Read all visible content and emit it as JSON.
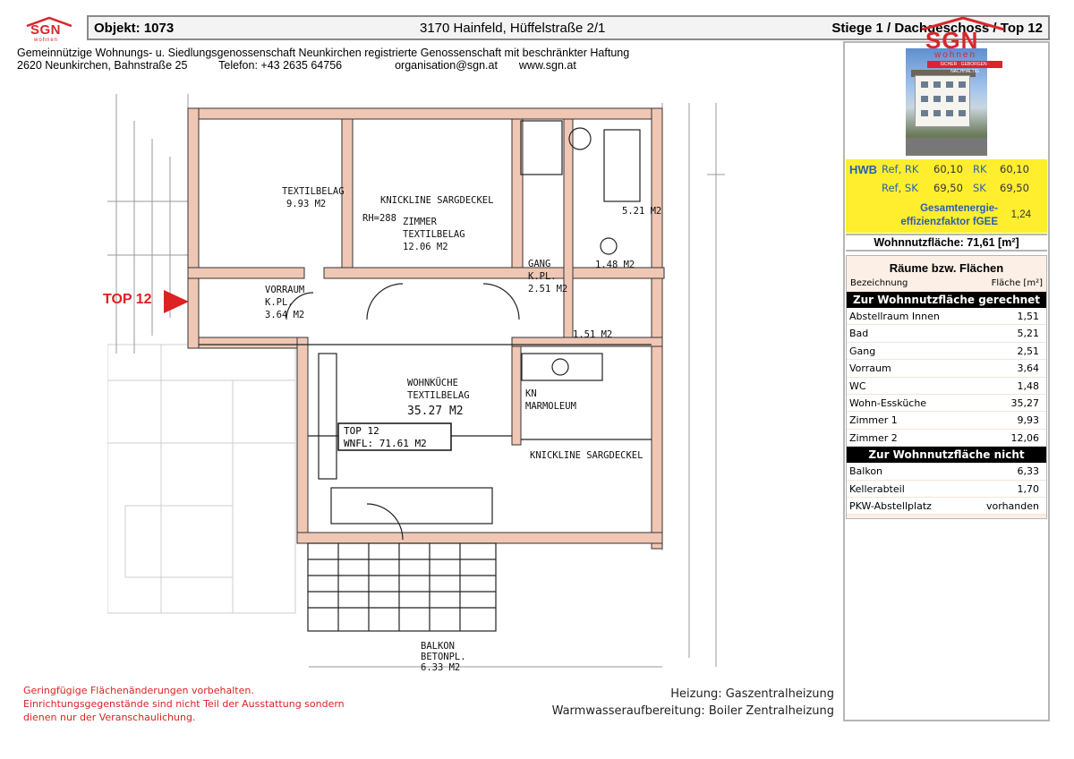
{
  "header": {
    "objekt": "Objekt:  1073",
    "address": "3170 Hainfeld, Hüffelstraße 2/1",
    "stiege": "Stiege 1 / Dachgeschoss / Top 12"
  },
  "logo": {
    "text": "SGN",
    "sub": "wohnen",
    "tagline": "SICHER · GEBORGEN · NACHHALTIG"
  },
  "company": {
    "line1": "Gemeinnützige Wohnungs- u. Siedlungsgenossenschaft Neunkirchen registrierte Genossenschaft mit beschränkter Haftung",
    "address": "2620 Neunkirchen, Bahnstraße 25",
    "phone": "Telefon: +43 2635 64756",
    "email": "organisation@sgn.at",
    "web": "www.sgn.at"
  },
  "hwb": {
    "label": "HWB",
    "ref_rk_label": "Ref, RK",
    "ref_rk": "60,10",
    "rk_label": "RK",
    "rk": "60,10",
    "ref_sk_label": "Ref, SK",
    "ref_sk": "69,50",
    "sk_label": "SK",
    "sk": "69,50",
    "fgee_label_1": "Gesamtenergie-",
    "fgee_label_2": "effizienzfaktor fGEE",
    "fgee": "1,24"
  },
  "wohnnutzflaeche": "Wohnnutzfläche: 71,61 [m²]",
  "rooms": {
    "title": "Räume bzw. Flächen",
    "col_name": "Bezeichnung",
    "col_area": "Fläche [m²]",
    "section1": "Zur Wohnnutzfläche gerechnet",
    "items1": [
      {
        "name": "Abstellraum Innen",
        "area": "1,51"
      },
      {
        "name": "Bad",
        "area": "5,21"
      },
      {
        "name": "Gang",
        "area": "2,51"
      },
      {
        "name": "Vorraum",
        "area": "3,64"
      },
      {
        "name": "WC",
        "area": "1,48"
      },
      {
        "name": "Wohn-Essküche",
        "area": "35,27"
      },
      {
        "name": "Zimmer 1",
        "area": "9,93"
      },
      {
        "name": "Zimmer 2",
        "area": "12,06"
      }
    ],
    "section2": "Zur Wohnnutzfläche nicht gerechnet",
    "items2": [
      {
        "name": "Balkon",
        "area": "6,33"
      },
      {
        "name": "Kellerabteil",
        "area": "1,70"
      },
      {
        "name": "PKW-Abstellplatz",
        "area": "vorhanden"
      }
    ]
  },
  "plan": {
    "top_label": "TOP 12",
    "labels": {
      "z1a": "TEXTILBELAG",
      "z1b": "9.93 M2",
      "z2a": "ZIMMER",
      "z2b": "TEXTILBELAG",
      "z2c": "12.06 M2",
      "sarg": "KNICKLINE SARGDECKEL",
      "bad": "5.21 M2",
      "vor1": "VORRAUM",
      "vor2": "K.PL.",
      "vor3": "3.64 M2",
      "gang1": "GANG",
      "gang2": "K.PL.",
      "gang3": "2.51 M2",
      "wc": "1.48 M2",
      "abst": "1.51 M2",
      "wk1": "WOHNKÜCHE",
      "wk2": "TEXTILBELAG",
      "wk3": "35.27 M2",
      "kn1": "KN",
      "kn2": "MARMOLEUM",
      "topbox1": "TOP   12",
      "topbox2": "WNFL:   71.61 M2",
      "sarg2": "KNICKLINE SARGDECKEL",
      "balk1": "BALKON",
      "balk2": "BETONPL.",
      "balk3": "6.33 M2",
      "rh": "RH=288"
    }
  },
  "notes": {
    "l1": "Geringfügige Flächenänderungen vorbehalten.",
    "l2": "Einrichtungsgegenstände sind nicht Teil der Ausstattung sondern",
    "l3": "dienen nur der Veranschaulichung."
  },
  "heating": {
    "h1": "Heizung: Gaszentralheizung",
    "h2": "Warmwasseraufbereitung: Boiler Zentralheizung"
  },
  "colors": {
    "brand": "#d8262d",
    "hwb_bg": "#ffee2e",
    "hwb_text": "#2a5fb0",
    "wall": "#f0c7b4"
  }
}
